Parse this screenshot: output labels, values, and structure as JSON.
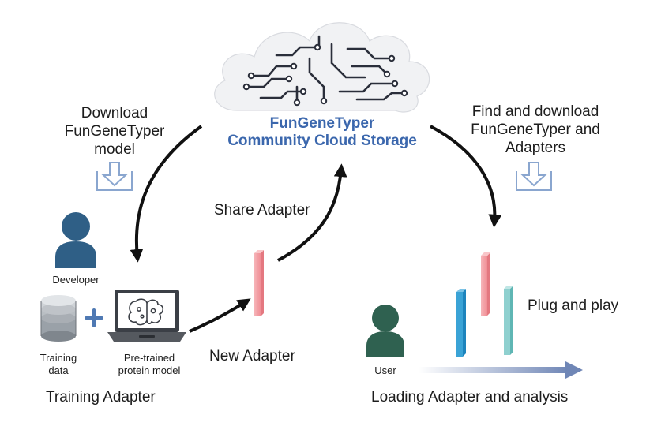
{
  "cloud": {
    "line1": "FunGeneTyper",
    "line2": "Community Cloud  Storage"
  },
  "download_model": {
    "line1": "Download",
    "line2": "FunGeneTyper",
    "line3": "model"
  },
  "find_download": {
    "line1": "Find and download",
    "line2": "FunGeneTyper and",
    "line3": "Adapters"
  },
  "share_adapter": "Share Adapter",
  "developer": "Developer",
  "training_data": {
    "line1": "Training",
    "line2": "data"
  },
  "pretrained_model": {
    "line1": "Pre-trained",
    "line2": "protein model"
  },
  "new_adapter": "New Adapter",
  "training_adapter": "Training Adapter",
  "user": "User",
  "plug_and_play": "Plug and play",
  "loading_analysis": "Loading  Adapter and analysis",
  "colors": {
    "cloud_title": "#3b67ad",
    "person_developer": "#2f5f86",
    "person_user": "#2f6150",
    "adapter_pink": "#f4a3a8",
    "adapter_blue": "#3aa3d6",
    "adapter_teal": "#8fd0cf",
    "download_icon": "#8aa6cf",
    "plus": "#4f79b3",
    "user_arrow": "#6f86b6"
  }
}
